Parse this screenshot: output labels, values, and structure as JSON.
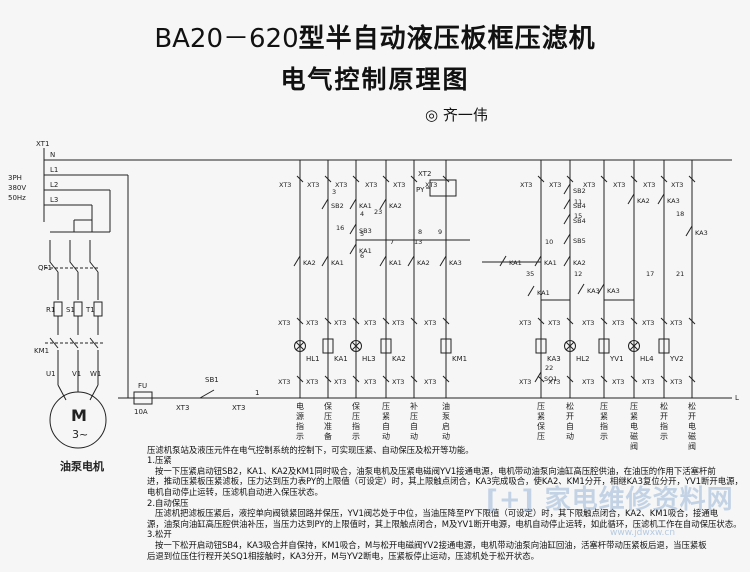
{
  "title": {
    "line1_prefix": "BA20－620",
    "line1_rest": "型半自动液压板框压滤机",
    "line2": "电气控制原理图",
    "author": "◎ 齐一伟"
  },
  "power": {
    "xt1": "XT1",
    "supply": [
      "3PH",
      "380V",
      "50Hz"
    ],
    "n": "N",
    "lines": [
      "L1",
      "L2",
      "L3"
    ],
    "l": "L"
  },
  "motor": {
    "qf": "QF1",
    "r": [
      "R1",
      "S1",
      "T1"
    ],
    "km": "KM1",
    "u": [
      "U1",
      "V1",
      "W1"
    ],
    "m": "M",
    "phase": "3~",
    "name": "油泵电机"
  },
  "control": {
    "fu": "FU",
    "fu_rating": "10A",
    "sb1": "SB1",
    "xt3": "XT3",
    "xt2": "XT2",
    "node1": "1",
    "py": "PY"
  },
  "contacts": [
    "SB2",
    "KA1",
    "SB3",
    "KA1",
    "KA2",
    "KA1",
    "KA2",
    "KA3",
    "SB4",
    "SB5",
    "KA1",
    "KA2",
    "KA3",
    "SB2",
    "SB4",
    "KA2",
    "KA3",
    "SQ1",
    "KA1",
    "KA2",
    "KA3",
    "KA1",
    "KA3",
    "KA1"
  ],
  "nodes": [
    "3",
    "4",
    "5",
    "6",
    "7",
    "8",
    "9",
    "10",
    "11",
    "12",
    "13",
    "15",
    "16",
    "17",
    "18",
    "21",
    "22",
    "23",
    "35"
  ],
  "loads": [
    "HL1",
    "KA1",
    "HL3",
    "KA2",
    "KM1",
    "KA3",
    "HL2",
    "YV1",
    "HL4",
    "YV2"
  ],
  "functions": [
    "电源指示",
    "保压准备",
    "保压指示",
    "压紧自动",
    "补压自动",
    "油泵启动",
    "压紧保压",
    "松开自动",
    "压紧指示",
    "压紧电磁阀",
    "松开指示",
    "松开电磁阀"
  ],
  "description": [
    "压滤机泵站及液压元件在电气控制系统的控制下，可实现压紧、自动保压及松开等功能。",
    "1.压紧",
    "   按一下压紧启动钮SB2，KA1、KA2及KM1同时吸合，油泵电机及压紧电磁阀YV1接通电源，电机带动油泵向油缸高压腔供油，在油压的作用下活塞杆前",
    "进，推动压紧板压紧滤板，压力达到压力表PY的上限值（可设定）时，其上限触点闭合，KA3完成吸合，使KA2、KM1分开，相继KA3复位分开，YV1断开电源，",
    "电机自动停止运转，压滤机自动进入保压状态。",
    "2.自动保压",
    "   压滤机把滤板压紧后，液控单向阀锁紧回路并保压，YV1阀芯处于中位，当油压降至PY下限值（可设定）时，其下限触点闭合，KA2、KM1吸合，接通电",
    "源，油泵向油缸高压腔供油补压，当压力达到PY的上限值时，其上限触点闭合，M及YV1断开电源，电机自动停止运转，如此循环，压滤机工作在自动保压状态。",
    "3.松开",
    "   按一下松开启动钮SB4，KA3吸合并自保持，KM1吸合，M与松开电磁阀YV2接通电源，电机带动油泵向油缸回油，活塞杆带动压紧板后退，当压紧板",
    "后退到位压住行程开关SQ1相接触时，KA3分开，M与YV2断电，压紧板停止运动，压滤机处于松开状态。"
  ],
  "watermark": "[+] 家电维修资料网",
  "watermark_url": "www.jdwxw.cn"
}
